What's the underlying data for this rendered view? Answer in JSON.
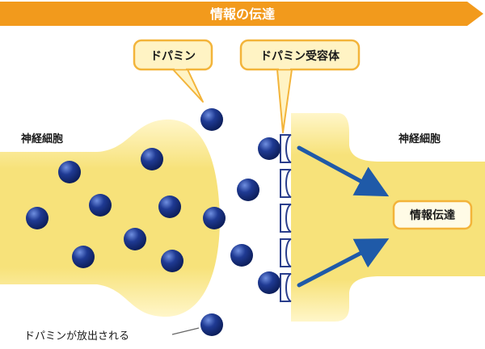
{
  "banner": {
    "title": "情報の伝達"
  },
  "callouts": {
    "dopamine": "ドパミン",
    "receptor": "ドパミン受容体"
  },
  "labels": {
    "left_neuron": "神経細胞",
    "right_neuron": "神経細胞",
    "info_transfer": "情報伝達",
    "released": "ドパミンが放出される"
  },
  "colors": {
    "banner": "#f29a1c",
    "neuron_fill": "#f7e27a",
    "neuron_edge": "#fff5c8",
    "molecule": "#1f3a93",
    "arrow": "#1f5aa8",
    "callout_fill": "#fff3c4",
    "callout_border": "#f3b43a"
  }
}
